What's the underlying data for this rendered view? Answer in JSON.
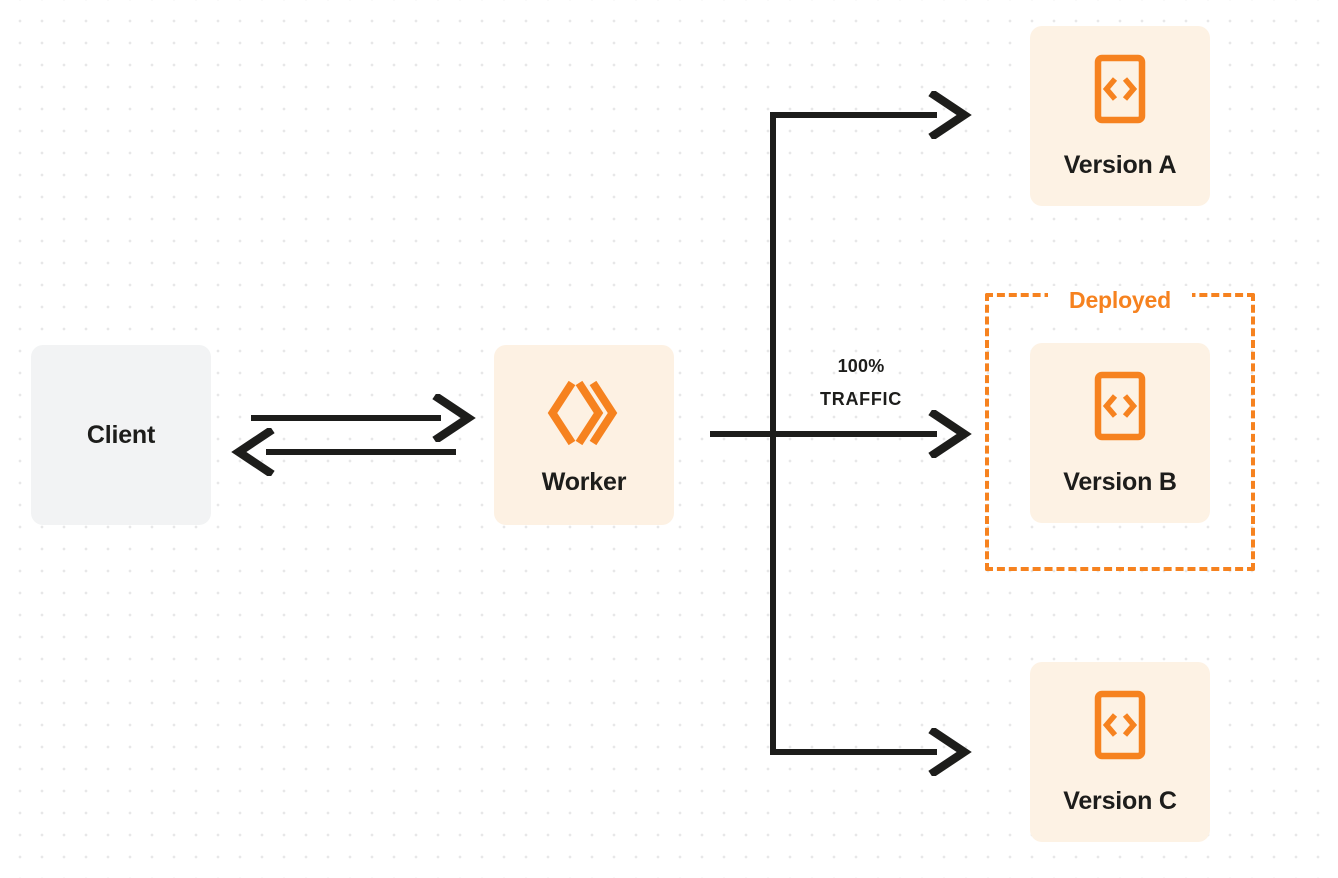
{
  "diagram": {
    "title": "Worker version traffic routing",
    "background": {
      "dot_color": "#e7e7e8",
      "page_color": "#ffffff"
    },
    "colors": {
      "accent_orange": "#f6821f",
      "node_cream": "#fdf2e4",
      "node_gray": "#f2f3f4",
      "line_dark": "#1d1d1b",
      "text_dark": "#1d1d1b"
    }
  },
  "nodes": {
    "client": {
      "label": "Client",
      "icon": "none"
    },
    "worker": {
      "label": "Worker",
      "icon": "cloudflare-workers-logo"
    },
    "version_a": {
      "label": "Version A",
      "icon": "code-file-icon"
    },
    "version_b": {
      "label": "Version B",
      "icon": "code-file-icon"
    },
    "version_c": {
      "label": "Version C",
      "icon": "code-file-icon"
    }
  },
  "groups": {
    "deployed": {
      "label": "Deployed",
      "border_style": "dashed",
      "border_color": "#f6821f",
      "contains": [
        "Version B"
      ]
    }
  },
  "edges": {
    "client_to_worker": {
      "direction": "right",
      "label": ""
    },
    "worker_to_client": {
      "direction": "left",
      "label": ""
    },
    "worker_to_version_a": {
      "direction": "right",
      "label": ""
    },
    "worker_to_version_b": {
      "direction": "right",
      "label_percent": "100%",
      "label_word": "TRAFFIC"
    },
    "worker_to_version_c": {
      "direction": "right",
      "label": ""
    }
  }
}
